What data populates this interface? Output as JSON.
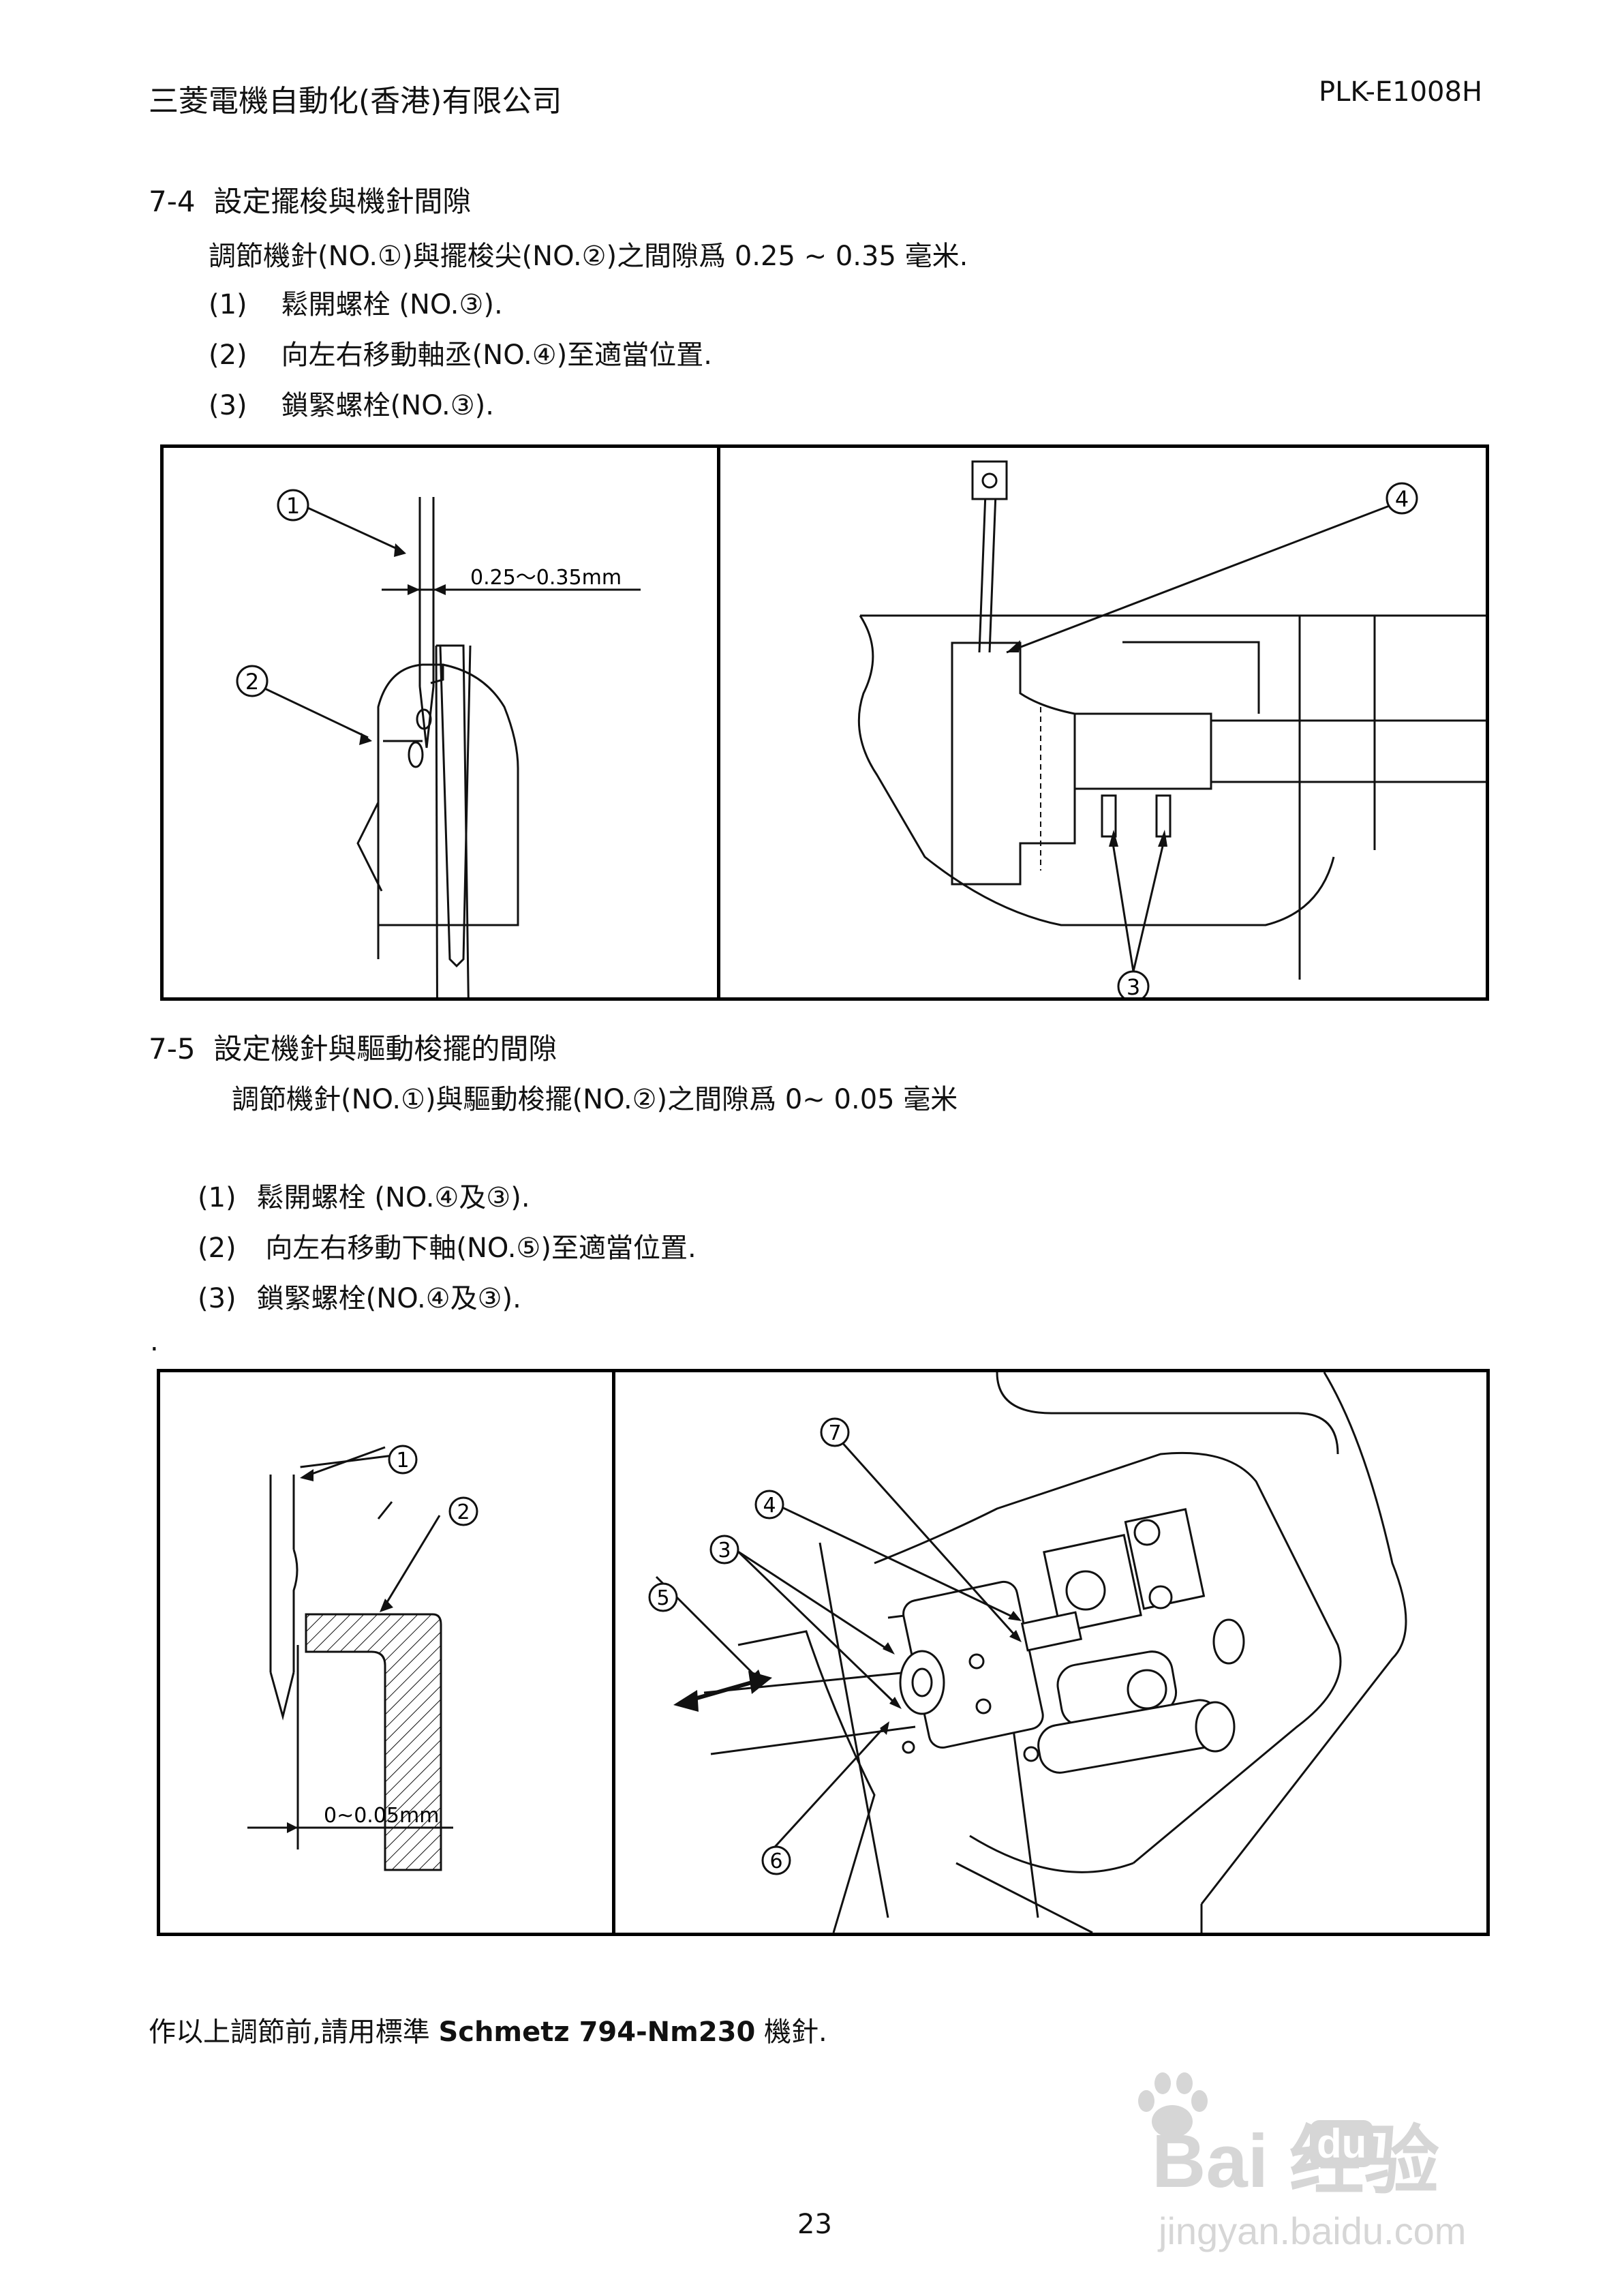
{
  "header": {
    "company": "三菱電機自動化(香港)有限公司",
    "doc_no": "PLK-E1008H"
  },
  "s74": {
    "title_no": "7-4",
    "title": "設定擺梭與機針間隙",
    "desc": "調節機針(NO.①)與擺梭尖(NO.②)之間隙爲  0.25 ~ 0.35  毫米.",
    "steps": [
      {
        "n": "(1)",
        "t": "鬆開螺栓  (NO.③)."
      },
      {
        "n": "(2)",
        "t": "向左右移動軸丞(NO.④)至適當位置."
      },
      {
        "n": "(3)",
        "t": "鎖緊螺栓(NO.③)."
      }
    ],
    "fig_left": {
      "c1": "1",
      "c2": "2",
      "gap": "0.25～0.35mm"
    },
    "fig_right": {
      "c3": "3",
      "c4": "4"
    }
  },
  "s75": {
    "title_no": "7-5",
    "title": "設定機針與驅動梭擺的間隙",
    "desc": "調節機針(NO.①)與驅動梭擺(NO.②)之間隙爲  0~ 0.05  毫米",
    "steps": [
      {
        "n": "(1)",
        "t": "鬆開螺栓  (NO.④及③)."
      },
      {
        "n": "(2)",
        "t": " 向左右移動下軸(NO.⑤)至適當位置."
      },
      {
        "n": "(3)",
        "t": "鎖緊螺栓(NO.④及③)."
      }
    ],
    "dot": ".",
    "fig_left": {
      "c1": "1",
      "c2": "2",
      "gap": "0~0.05mm"
    },
    "fig_right": {
      "c3": "3",
      "c4": "4",
      "c5": "5",
      "c6": "6",
      "c7": "7"
    }
  },
  "note": {
    "pre": "作以上調節前,請用標準  ",
    "bold": "Schmetz 794-Nm230",
    "post": "  機針."
  },
  "page_no": "23",
  "watermark": {
    "brand": "Bai  经验",
    "du": "du",
    "url": "jingyan.baidu.com"
  }
}
